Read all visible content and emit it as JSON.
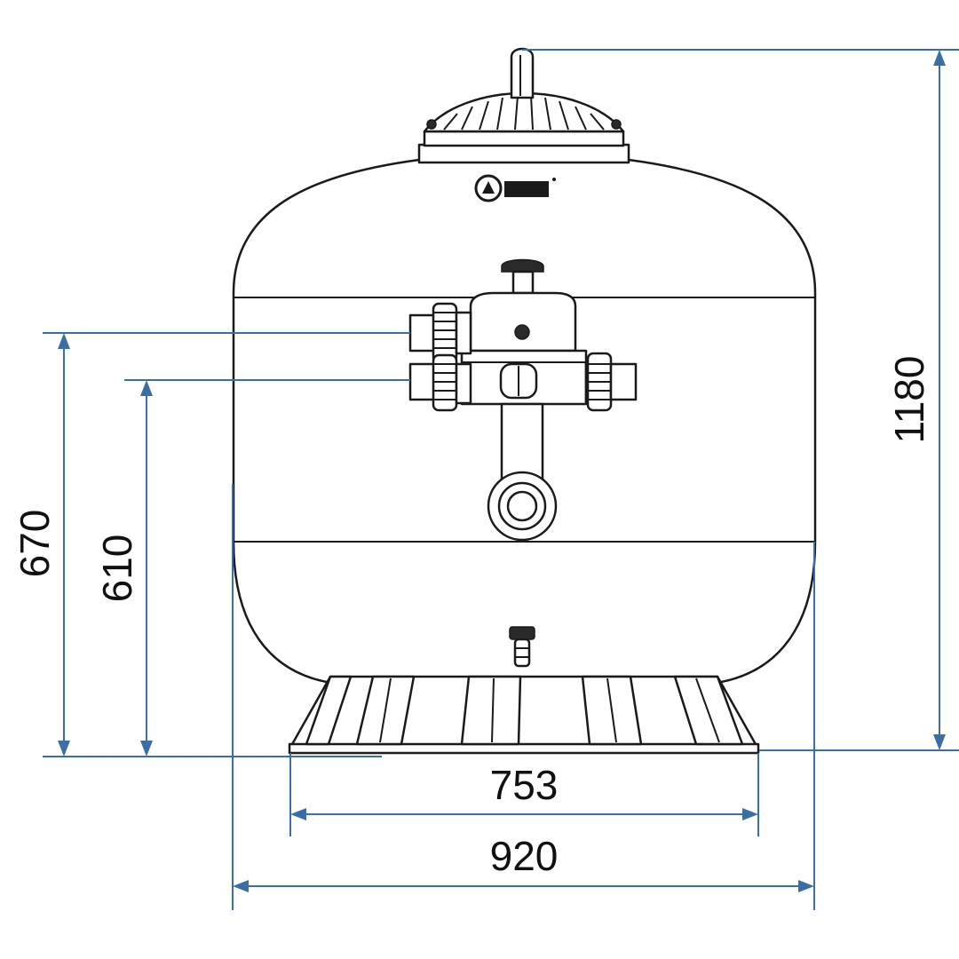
{
  "colors": {
    "dimension_line": "#3a6ea5",
    "outline": "#1a1a1a",
    "background": "#ffffff"
  },
  "dimensions": {
    "total_height": "1180",
    "upper_connection_height": "670",
    "lower_connection_height": "610",
    "base_width": "753",
    "tank_width": "920"
  }
}
